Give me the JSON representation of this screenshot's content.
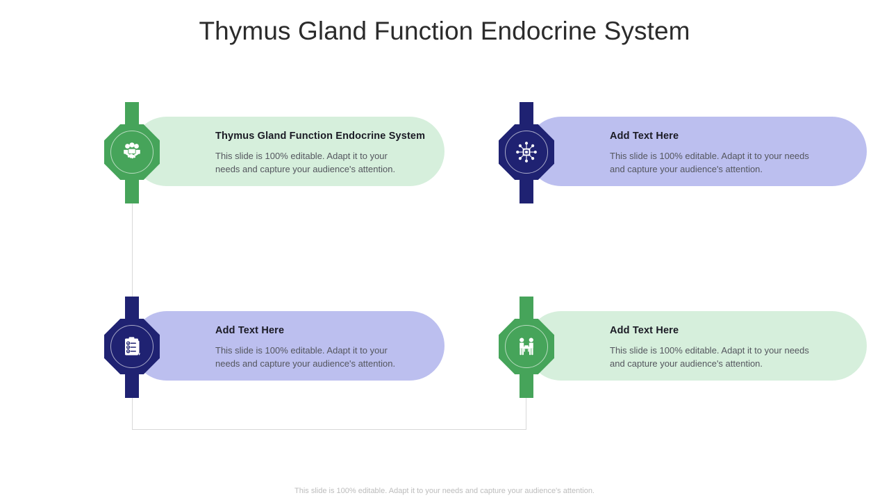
{
  "slide": {
    "title": "Thymus Gland Function Endocrine System",
    "footer_note": "This slide is 100% editable. Adapt it to your needs and capture your audience's attention."
  },
  "theme": {
    "green": "#46a45a",
    "navy": "#1f2272",
    "green_pill": "#d6efdc",
    "lavender_pill": "#bcbfef",
    "title_color": "#2b2b2b",
    "body_color": "#54565e",
    "connector_color": "#d8d8d8"
  },
  "cards": [
    {
      "id": "card-1",
      "position": "row1-col1",
      "title": "Thymus Gland Function Endocrine System",
      "body": "This slide is 100% editable. Adapt it to your needs and capture your audience's attention.",
      "accent": "green",
      "pill_color": "#d6efdc",
      "icon": "people-handshake-icon"
    },
    {
      "id": "card-2",
      "position": "row1-col2",
      "title": "Add Text Here",
      "body": "This slide is 100% editable. Adapt it to your needs and capture your audience's attention.",
      "accent": "navy",
      "pill_color": "#bcbfef",
      "icon": "network-hub-icon"
    },
    {
      "id": "card-3",
      "position": "row2-col1",
      "title": "Add Text Here",
      "body": "This slide is 100% editable. Adapt it to your needs and capture your audience's attention.",
      "accent": "navy",
      "pill_color": "#bcbfef",
      "icon": "clipboard-checklist-icon"
    },
    {
      "id": "card-4",
      "position": "row2-col2",
      "title": "Add Text Here",
      "body": "This slide is 100% editable. Adapt it to your needs and capture your audience's attention.",
      "accent": "green",
      "pill_color": "#d6efdc",
      "icon": "two-people-table-icon"
    }
  ]
}
